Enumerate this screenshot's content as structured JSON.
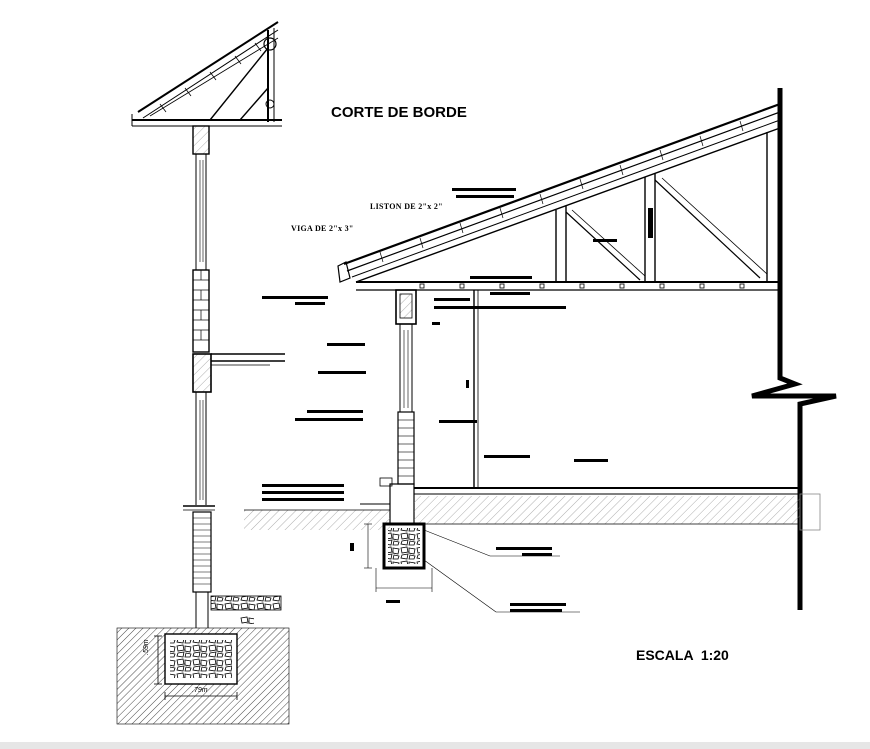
{
  "title": "CORTE DE BORDE",
  "scale_label": "ESCALA  1:20",
  "notes": {
    "liston": "LISTON  DE  2\"x 2\"",
    "viga": "VIGA DE  2\"x 3\""
  },
  "dimensions": {
    "footing_height": ".59m",
    "footing_width": ".79m"
  }
}
